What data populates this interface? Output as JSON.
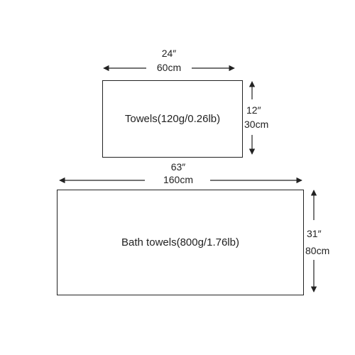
{
  "towel": {
    "label": "Towels(120g/0.26lb)",
    "width_in": "24″",
    "width_cm": "60cm",
    "height_in": "12″",
    "height_cm": "30cm"
  },
  "bath_towel": {
    "label": "Bath towels(800g/1.76lb)",
    "width_in": "63″",
    "width_cm": "160cm",
    "height_in": "31″",
    "height_cm": "80cm"
  },
  "colors": {
    "line": "#222222",
    "background": "#ffffff"
  }
}
